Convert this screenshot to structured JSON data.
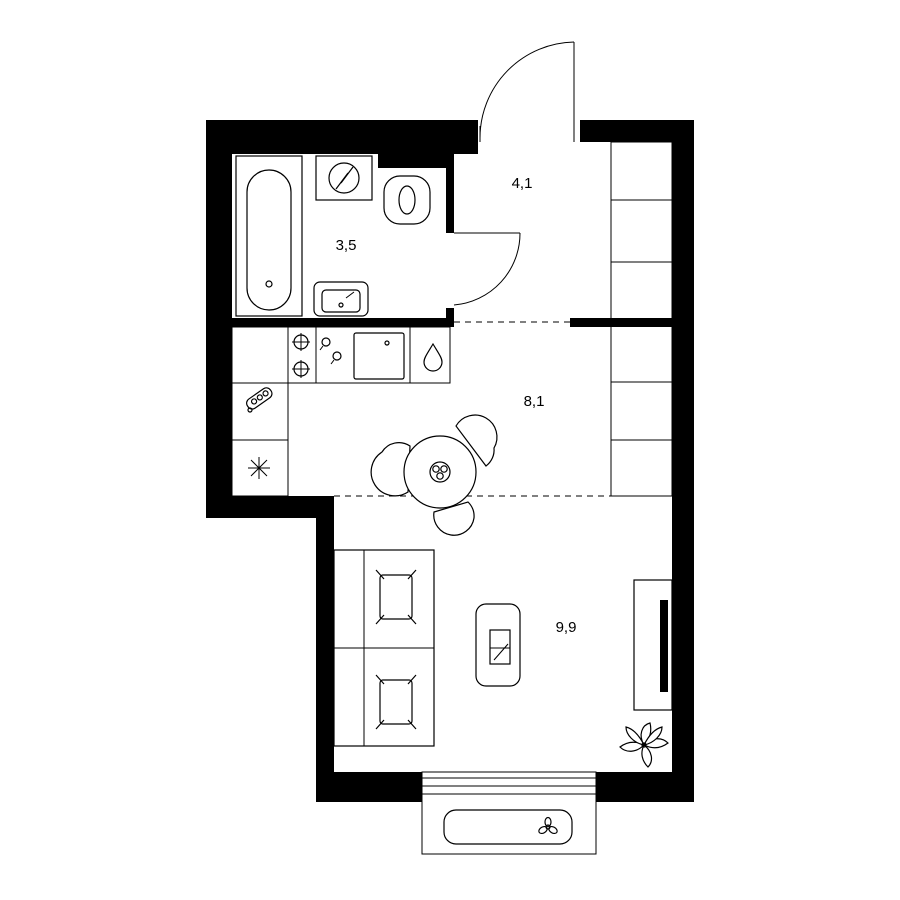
{
  "rooms": [
    {
      "id": "bathroom",
      "area": "3,5"
    },
    {
      "id": "hallway",
      "area": "4,1"
    },
    {
      "id": "kitchen",
      "area": "8,1"
    },
    {
      "id": "living",
      "area": "9,9"
    }
  ],
  "colors": {
    "wall": "#000000",
    "background": "#ffffff",
    "line": "#000000"
  },
  "icons": [
    "bathtub-icon",
    "washing-machine-icon",
    "toilet-icon",
    "washbasin-icon",
    "stove-icon",
    "sink-icon",
    "water-drop-icon",
    "dishwasher-icon",
    "fridge-icon",
    "dining-table-icon",
    "chair-icon",
    "sofa-icon",
    "pillow-icon",
    "coffee-table-icon",
    "tv-cabinet-icon",
    "plant-icon",
    "fan-icon"
  ]
}
